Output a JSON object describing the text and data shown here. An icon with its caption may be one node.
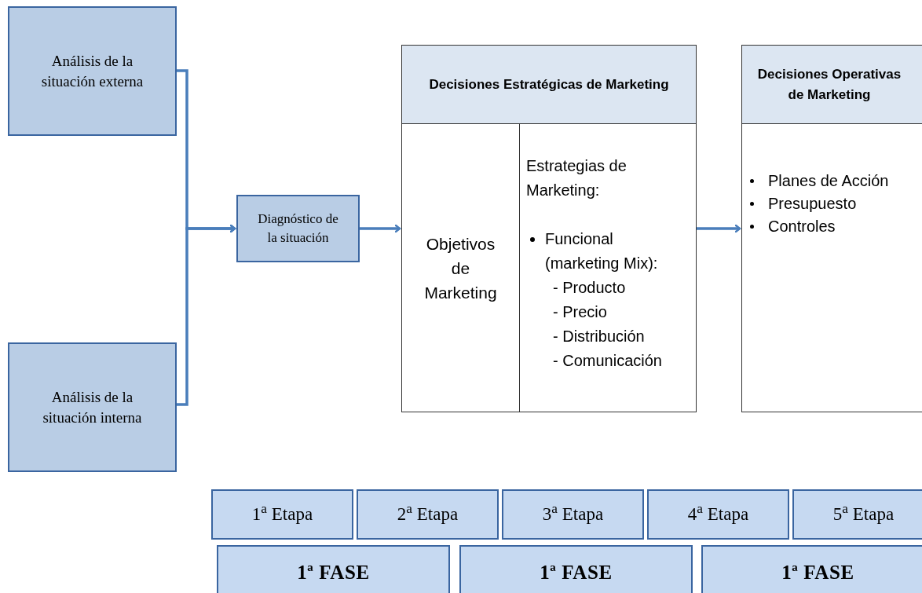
{
  "diagram": {
    "nodes": [
      {
        "text": [
          "Análisis de la situación externa"
        ]
      },
      {
        "text": [
          "Análisis de la situación interna"
        ]
      },
      {
        "text": [
          "Diagnóstico de la situación"
        ]
      },
      {
        "text": [
          "Decisiones Estratégicas de Marketing"
        ]
      },
      {
        "text": [
          "Objetivos de Marketing"
        ],
        "in": 3
      },
      {
        "text": [
          "Estrategias de Marketing:",
          "Funcional (marketing Mix):",
          "- Producto",
          "- Precio",
          "- Distribución",
          "- Comunicación"
        ],
        "in": 3
      },
      {
        "text": [
          "Decisiones Operativas de Marketing",
          "Planes de Acción",
          "Presupuesto",
          "Controles"
        ]
      },
      {
        "text": [
          "1$^{a}$ Etapa"
        ]
      },
      {
        "text": [
          "2$^{a}$ Etapa"
        ]
      },
      {
        "text": [
          "3$^{a}$ Etapa"
        ]
      },
      {
        "text": [
          "4$^{a}$ Etapa"
        ]
      },
      {
        "text": [
          "5$^{a}$ Etapa"
        ]
      },
      {
        "text": [
          "1ª FASE"
        ]
      },
      {
        "text": [
          "1ª FASE"
        ]
      },
      {
        "text": [
          "1ª FASE"
        ]
      }
    ],
    "edges": [
      {
        "from": 0,
        "to": 2,
        "arrow": "to"
      },
      {
        "from": 1,
        "to": 2,
        "arrow": "to"
      },
      {
        "from": 2,
        "to": 3,
        "arrow": "to"
      },
      {
        "from": 3,
        "to": 6,
        "arrow": "to"
      }
    ]
  }
}
